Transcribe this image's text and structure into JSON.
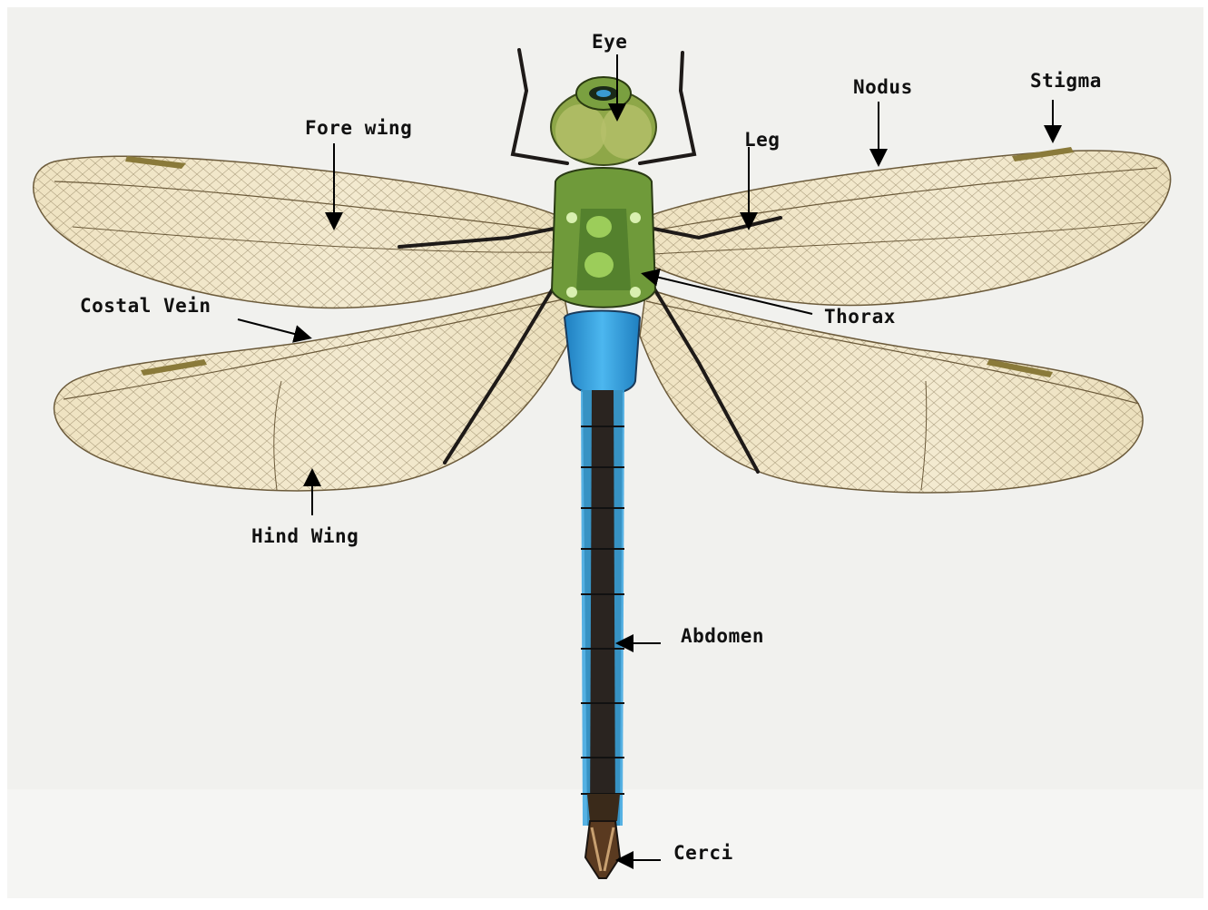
{
  "labels": {
    "eye": "Eye",
    "fore_wing": "Fore wing",
    "nodus": "Nodus",
    "stigma": "Stigma",
    "leg": "Leg",
    "costal_vein": "Costal Vein",
    "thorax": "Thorax",
    "hind_wing": "Hind Wing",
    "abdomen": "Abdomen",
    "cerci": "Cerci"
  },
  "colors": {
    "background": "#f2f2ef",
    "wing_fill": "#f0e6c8",
    "wing_vein": "#6b5a3a",
    "stigma": "#8a7a3a",
    "thorax_green": "#6f9a3a",
    "eye_green": "#9fb35a",
    "abdomen_blue": "#3aa6e0",
    "abdomen_dark": "#2a2420",
    "leg_dark": "#1e1a18",
    "arrow": "#000000"
  }
}
